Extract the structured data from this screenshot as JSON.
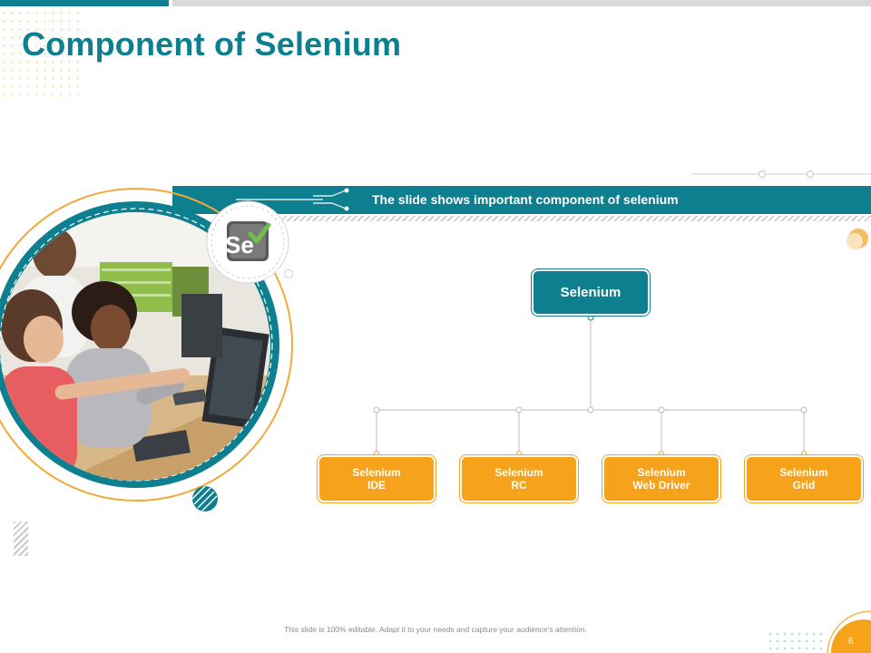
{
  "title": "Component of Selenium",
  "banner": {
    "text": "The slide shows important component of selenium"
  },
  "logo": {
    "text": "Se",
    "icon": "selenium-logo-icon"
  },
  "diagram": {
    "root": {
      "label": "Selenium"
    },
    "children": [
      {
        "label": "Selenium\nIDE"
      },
      {
        "label": "Selenium\nRC"
      },
      {
        "label": "Selenium\nWeb Driver"
      },
      {
        "label": "Selenium\nGrid"
      }
    ]
  },
  "footer": {
    "note": "This slide is 100% editable. Adapt it to your needs and capture your audience's attention.",
    "page_number": "6"
  },
  "colors": {
    "teal": "#0e7f8e",
    "orange": "#f7a21b",
    "grey_bar": "#d9d9d9"
  }
}
